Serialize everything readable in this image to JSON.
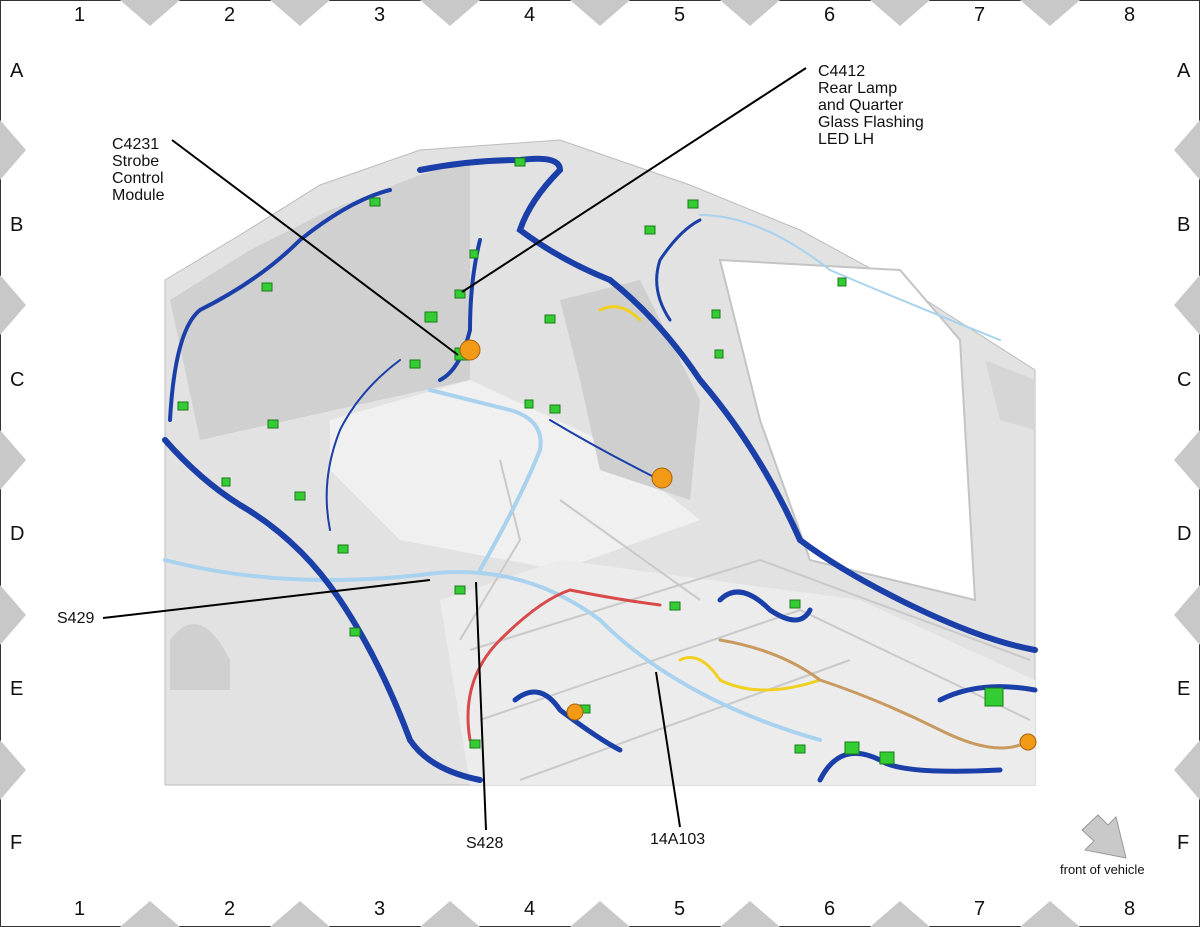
{
  "grid": {
    "columns": [
      "1",
      "2",
      "3",
      "4",
      "5",
      "6",
      "7",
      "8"
    ],
    "rows": [
      "A",
      "B",
      "C",
      "D",
      "E",
      "F"
    ]
  },
  "callouts": {
    "c4231": "C4231\nStrobe\nControl\nModule",
    "c4412": "C4412\nRear Lamp\nand Quarter\nGlass Flashing\nLED LH",
    "s429": "S429",
    "s428": "S428",
    "h14a103": "14A103"
  },
  "orientation": {
    "label": "front of vehicle",
    "icon": "front-arrow-icon"
  },
  "colors": {
    "harness_dark": "#1b3fa8",
    "harness_light": "#a8d2ee",
    "connector": "#33cc33",
    "lamp": "#f29a16",
    "wire_red": "#d84a4a",
    "wire_yellow": "#f0d020",
    "wire_tan": "#c89a60",
    "body_gray": "#dcdcdc",
    "frame_marker": "#c8c8c8"
  }
}
